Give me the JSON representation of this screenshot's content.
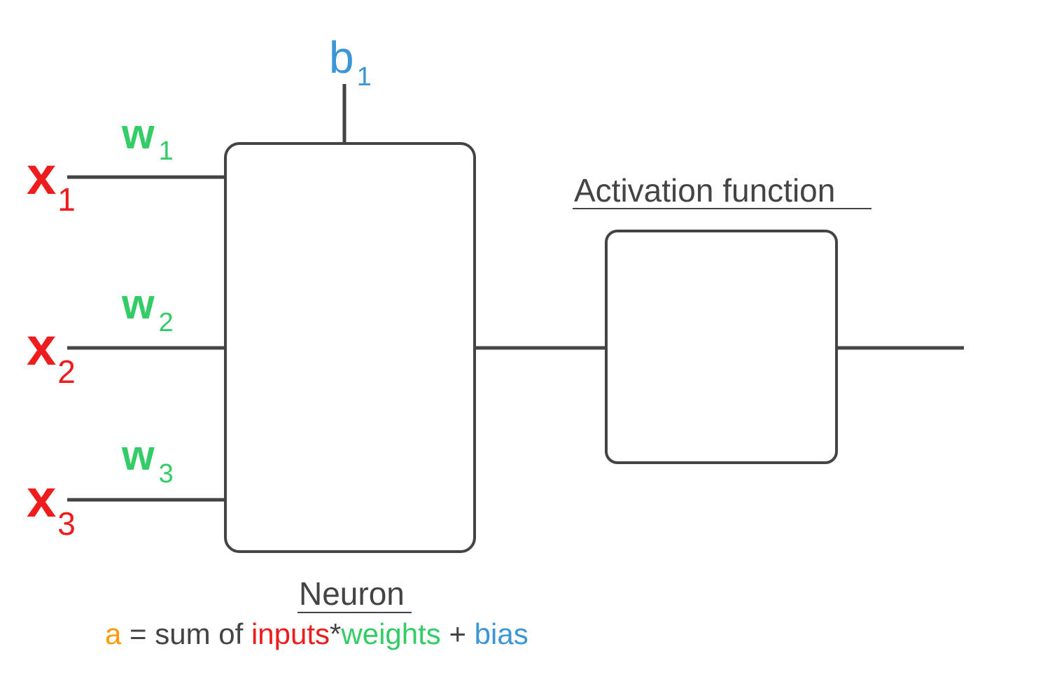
{
  "colors": {
    "stroke": "#444444",
    "input": "#ee1c1c",
    "weight": "#33cc66",
    "bias": "#3a96d6",
    "activation_var": "#ff9900",
    "text": "#444444"
  },
  "inputs": [
    {
      "var": "x",
      "sub": "1"
    },
    {
      "var": "x",
      "sub": "2"
    },
    {
      "var": "x",
      "sub": "3"
    }
  ],
  "weights": [
    {
      "var": "w",
      "sub": "1"
    },
    {
      "var": "w",
      "sub": "2"
    },
    {
      "var": "w",
      "sub": "3"
    }
  ],
  "bias": {
    "var": "b",
    "sub": "1"
  },
  "activation": {
    "label": "Activation function"
  },
  "neuron": {
    "label": "Neuron",
    "formula": {
      "a": "a",
      "eq": " = sum of ",
      "inputs": "inputs",
      "star": "*",
      "weights": "weights",
      "plus": " + ",
      "bias": "bias"
    }
  }
}
